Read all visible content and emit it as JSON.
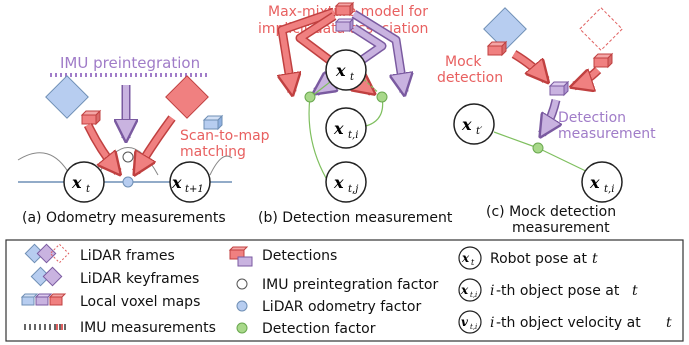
{
  "panel_a": {
    "imu_label": "IMU preintegration",
    "scan_label_line1": "Scan-to-map",
    "scan_label_line2": "matching",
    "node_left": "x",
    "node_left_sub": "t",
    "node_right": "x",
    "node_right_sub": "t+1",
    "caption": "(a) Odometry measurements"
  },
  "panel_b": {
    "maxmix_line1": "Max-mixture model for",
    "maxmix_line2": "implicit data association",
    "node_1": "x",
    "node_1_sub": "t",
    "node_2": "x",
    "node_2_sub": "t,i",
    "node_3": "x",
    "node_3_sub": "t,j",
    "caption": "(b) Detection measurement"
  },
  "panel_c": {
    "mock_line1": "Mock",
    "mock_line2": "detection",
    "det_line1": "Detection",
    "det_line2": "measurement",
    "node_1": "x",
    "node_1_sub": "t′",
    "node_2": "x",
    "node_2_sub": "t,i",
    "caption_line1": "(c) Mock detection",
    "caption_line2": "measurement"
  },
  "legend": {
    "lidar_frames": "LiDAR frames",
    "lidar_keyframes": "LiDAR keyframes",
    "local_voxel_maps": "Local voxel maps",
    "imu_measurements": "IMU measurements",
    "detections": "Detections",
    "imu_factor": "IMU preintegration factor",
    "lidar_factor": "LiDAR odometry factor",
    "detection_factor": "Detection factor",
    "robot_pose_sym": "x",
    "robot_pose_sub": "t",
    "robot_pose": "Robot pose at ",
    "robot_pose_t": "t",
    "object_pose_sym": "x",
    "object_pose_sub": "t,i",
    "object_pose_i": "i",
    "object_pose": "-th object pose at ",
    "object_pose_t": "t",
    "object_vel_sym": "v",
    "object_vel_sub": "t,i",
    "object_vel_i": "i",
    "object_vel": "-th object velocity at ",
    "object_vel_t": "t"
  },
  "colors": {
    "red": "#f08080",
    "red_dark": "#d9534f",
    "blue": "#b7cdf0",
    "purple": "#c9b3e0",
    "green": "#a8d88a",
    "line_blue": "#6f8fb5",
    "text_red": "#e86060",
    "text_purple": "#a07cc8"
  }
}
